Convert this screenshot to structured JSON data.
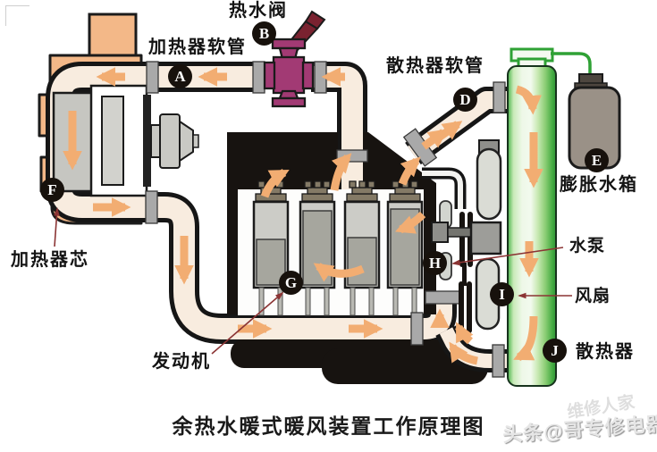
{
  "figure": {
    "title": "余热水暖式暖风装置工作原理图",
    "labels": {
      "heater_hose": "加热器软管",
      "hot_water_valve": "热水阀",
      "radiator_hose": "散热器软管",
      "expansion_tank": "膨胀水箱",
      "heater_core": "加热器芯",
      "engine": "发动机",
      "water_pump": "水泵",
      "fan": "风扇",
      "radiator": "散热器"
    },
    "markers": {
      "a": "A",
      "b": "B",
      "d": "D",
      "e": "E",
      "f": "F",
      "g": "G",
      "h": "H",
      "i": "I",
      "j": "J"
    },
    "watermark": {
      "front": "头条@哥专修电器",
      "back": "维修人家"
    },
    "colors": {
      "housing_orange": "#f3b888",
      "valve_magenta": "#a23a74",
      "lever_dark_red": "#7a2230",
      "pipe_interior": "#f8ecdf",
      "flow_arrow_orange": "#f2ad72",
      "radiator_green": "#3fa83f",
      "expansion_tank_gray": "#9a9187",
      "coupling_gray": "#a9a9a9",
      "engine_black": "#171310",
      "annotation_red": "#8b3434"
    }
  }
}
